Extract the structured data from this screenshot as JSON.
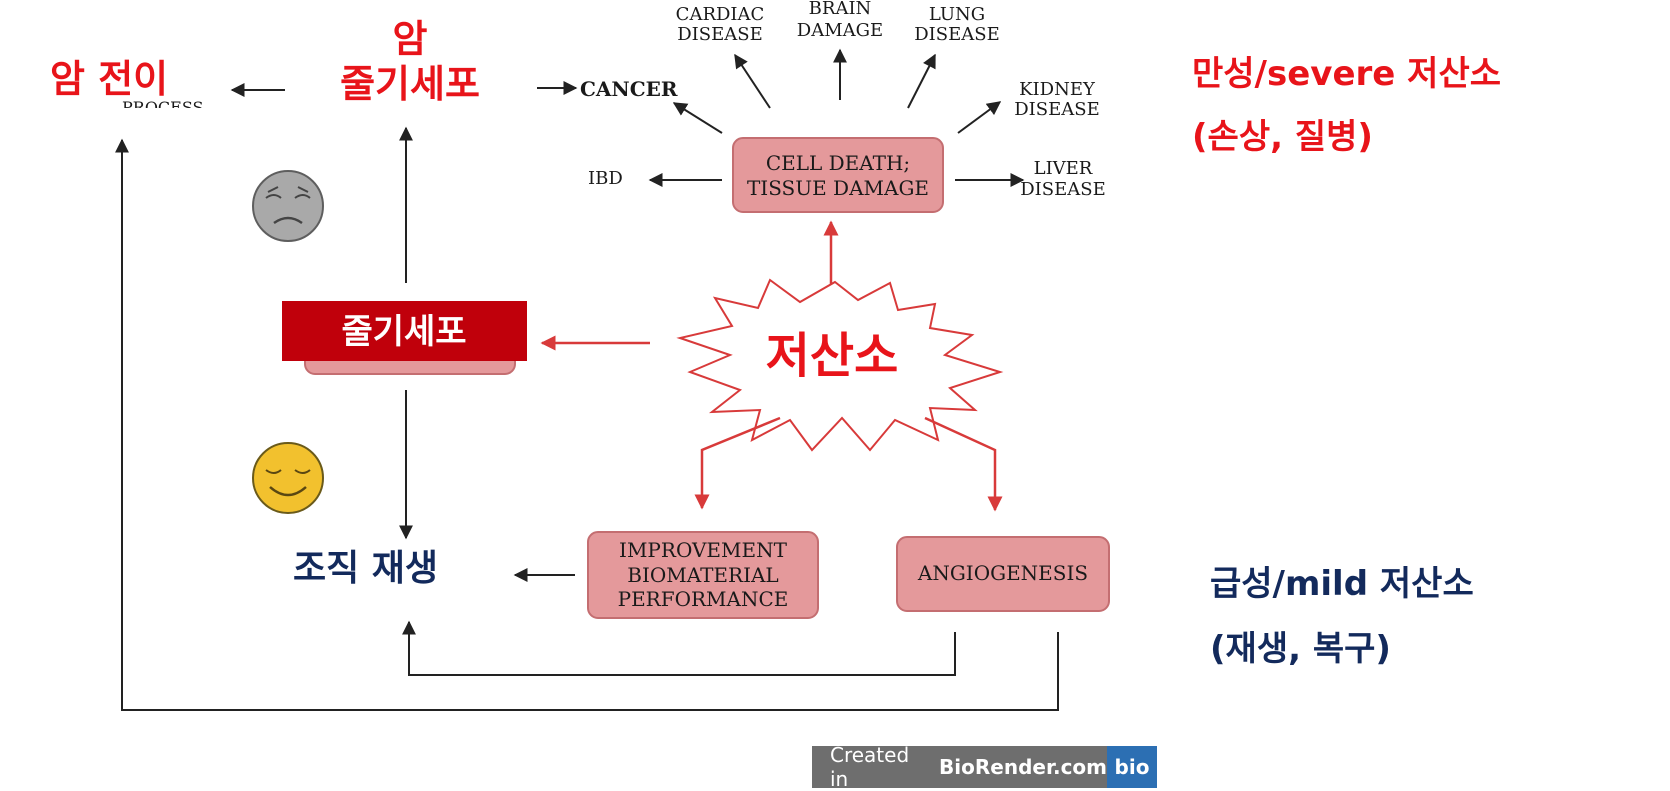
{
  "labels": {
    "cancer_metastasis": "암 전이",
    "cancer_stem_line1": "암",
    "cancer_stem_line2": "줄기세포",
    "stem_cell": "줄기세포",
    "hypoxia": "저산소",
    "tissue_regen": "조직 재생",
    "chronic_line1": "만성/severe 저산소",
    "chronic_line2": "(손상, 질병)",
    "acute_line1": "급성/mild 저산소",
    "acute_line2": "(재생, 복구)"
  },
  "nodes": {
    "cancer": "CANCER",
    "cardiac_1": "CARDIAC",
    "cardiac_2": "DISEASE",
    "brain_1": "BRAIN",
    "brain_2": "DAMAGE",
    "lung_1": "LUNG",
    "lung_2": "DISEASE",
    "kidney_1": "KIDNEY",
    "kidney_2": "DISEASE",
    "ibd": "IBD",
    "liver_1": "LIVER",
    "liver_2": "DISEASE",
    "cell_death_1": "CELL DEATH;",
    "cell_death_2": "TISSUE DAMAGE",
    "biomat_1": "IMPROVEMENT",
    "biomat_2": "BIOMATERIAL",
    "biomat_3": "PERFORMANCE",
    "angio": "ANGIOGENESIS",
    "process_fragment": "PROCESS"
  },
  "badge": {
    "prefix": "Created in ",
    "brand": "BioRender.com",
    "logo": "bio"
  },
  "colors": {
    "red_text": "#e8141a",
    "navy_text": "#132a5c",
    "box_fill": "#e4999b",
    "box_stroke": "#c46e71",
    "stem_banner": "#c0000b",
    "red_arrow": "#d83a3a"
  }
}
